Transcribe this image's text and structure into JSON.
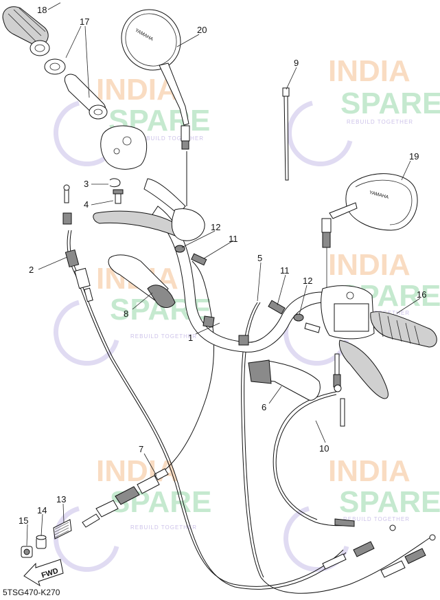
{
  "watermark": {
    "line1": "INDIA",
    "line2": "SPARE",
    "tagline": "REBUILD TOGETHER"
  },
  "mirror_brand": "YAMAHA",
  "fwd_label": "FWD",
  "diagram_code": "5TSG470-K270",
  "part_labels": [
    {
      "id": "18",
      "text": "18"
    },
    {
      "id": "17",
      "text": "17"
    },
    {
      "id": "20",
      "text": "20"
    },
    {
      "id": "9",
      "text": "9"
    },
    {
      "id": "19",
      "text": "19"
    },
    {
      "id": "3",
      "text": "3"
    },
    {
      "id": "4",
      "text": "4"
    },
    {
      "id": "12a",
      "text": "12"
    },
    {
      "id": "11a",
      "text": "11"
    },
    {
      "id": "2",
      "text": "2"
    },
    {
      "id": "5",
      "text": "5"
    },
    {
      "id": "11b",
      "text": "11"
    },
    {
      "id": "12b",
      "text": "12"
    },
    {
      "id": "16",
      "text": "16"
    },
    {
      "id": "8",
      "text": "8"
    },
    {
      "id": "1",
      "text": "1"
    },
    {
      "id": "6",
      "text": "6"
    },
    {
      "id": "10",
      "text": "10"
    },
    {
      "id": "7",
      "text": "7"
    },
    {
      "id": "13",
      "text": "13"
    },
    {
      "id": "15",
      "text": "15"
    },
    {
      "id": "14",
      "text": "14"
    }
  ]
}
